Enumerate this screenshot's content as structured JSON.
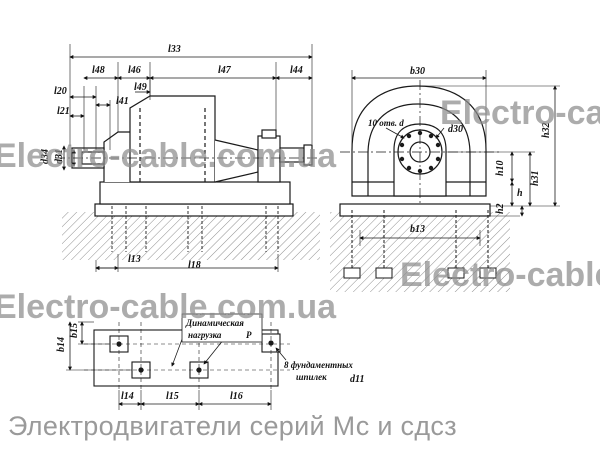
{
  "caption": "Электродвигатели серий Мс и сдсз",
  "watermark": "Electro-cable.com.ua",
  "labels": {
    "l33": "l33",
    "l48": "l48",
    "l46": "l46",
    "l47": "l47",
    "l44": "l44",
    "l20": "l20",
    "l41": "l41",
    "l49": "l49",
    "l21": "l21",
    "d34": "d34",
    "d31": "d31",
    "l13": "l13",
    "l18": "l18",
    "b30": "b30",
    "b13": "b13",
    "h32": "h32",
    "h10": "h10",
    "h": "h",
    "h31": "h31",
    "h2": "h2",
    "d30": "d30",
    "b15": "b15",
    "b14": "b14",
    "l14": "l14",
    "l15": "l15",
    "l16": "l16",
    "d11": "d11"
  },
  "notes": {
    "holes": "10 отв. d",
    "holes_sub": "",
    "load_line1": "Динамическая",
    "load_line2": "нагрузка",
    "load_p": "P",
    "bolts_line1": "8 фундаментных",
    "bolts_line2": "шпилек"
  },
  "colors": {
    "ink": "#1a1a1a",
    "watermark": "#8d8d8d",
    "caption": "#9a9a9a"
  }
}
